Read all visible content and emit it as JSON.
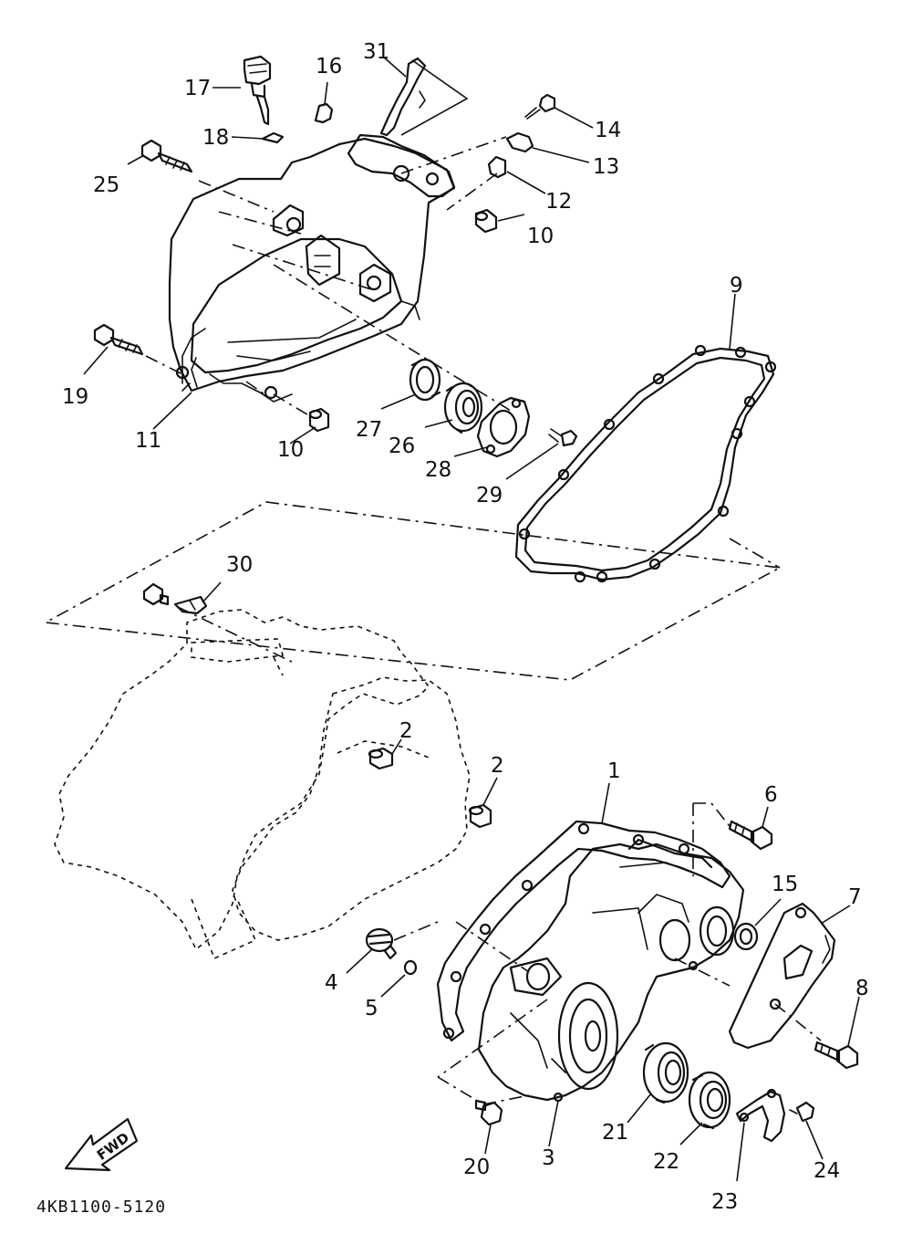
{
  "diagram_code": "4KB1100-5120",
  "fwd_label": "FWD",
  "callouts": [
    {
      "id": "c1",
      "label": "1"
    },
    {
      "id": "c2a",
      "label": "2"
    },
    {
      "id": "c2b",
      "label": "2"
    },
    {
      "id": "c3",
      "label": "3"
    },
    {
      "id": "c4",
      "label": "4"
    },
    {
      "id": "c5",
      "label": "5"
    },
    {
      "id": "c6",
      "label": "6"
    },
    {
      "id": "c7",
      "label": "7"
    },
    {
      "id": "c8",
      "label": "8"
    },
    {
      "id": "c9",
      "label": "9"
    },
    {
      "id": "c10a",
      "label": "10"
    },
    {
      "id": "c10b",
      "label": "10"
    },
    {
      "id": "c11",
      "label": "11"
    },
    {
      "id": "c12",
      "label": "12"
    },
    {
      "id": "c13",
      "label": "13"
    },
    {
      "id": "c14",
      "label": "14"
    },
    {
      "id": "c15",
      "label": "15"
    },
    {
      "id": "c16",
      "label": "16"
    },
    {
      "id": "c17",
      "label": "17"
    },
    {
      "id": "c18",
      "label": "18"
    },
    {
      "id": "c19",
      "label": "19"
    },
    {
      "id": "c20",
      "label": "20"
    },
    {
      "id": "c21",
      "label": "21"
    },
    {
      "id": "c22",
      "label": "22"
    },
    {
      "id": "c23",
      "label": "23"
    },
    {
      "id": "c24",
      "label": "24"
    },
    {
      "id": "c25",
      "label": "25"
    },
    {
      "id": "c26",
      "label": "26"
    },
    {
      "id": "c27",
      "label": "27"
    },
    {
      "id": "c28",
      "label": "28"
    },
    {
      "id": "c29",
      "label": "29"
    },
    {
      "id": "c30",
      "label": "30"
    },
    {
      "id": "c31",
      "label": "31"
    }
  ]
}
